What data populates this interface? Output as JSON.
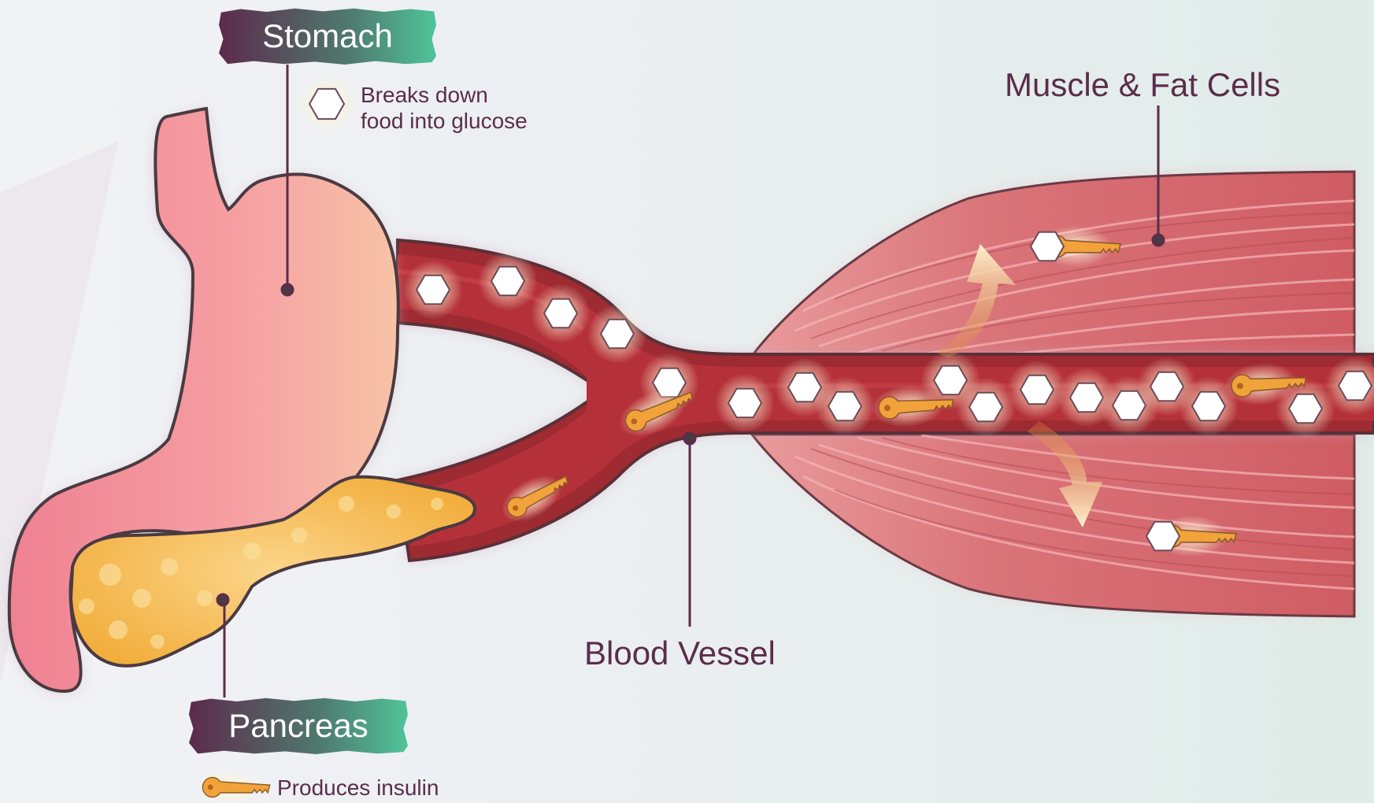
{
  "stomach": {
    "label": "Stomach",
    "description_line1": "Breaks down",
    "description_line2": "food into glucose",
    "legend_icon": "glucose-hexagon-icon"
  },
  "pancreas": {
    "label": "Pancreas",
    "description": "Produces insulin",
    "legend_icon": "insulin-key-icon"
  },
  "muscle": {
    "label": "Muscle & Fat Cells"
  },
  "vessel": {
    "label": "Blood Vessel"
  },
  "colors": {
    "label_text": "#5b2d4b",
    "banner_start": "#5c2a4c",
    "banner_end": "#4fc49a",
    "vessel": "#9e2a32",
    "stomach": "#f28e99",
    "pancreas": "#f7bc4e",
    "muscle": "#d76f74",
    "key": "#f2a23a"
  }
}
